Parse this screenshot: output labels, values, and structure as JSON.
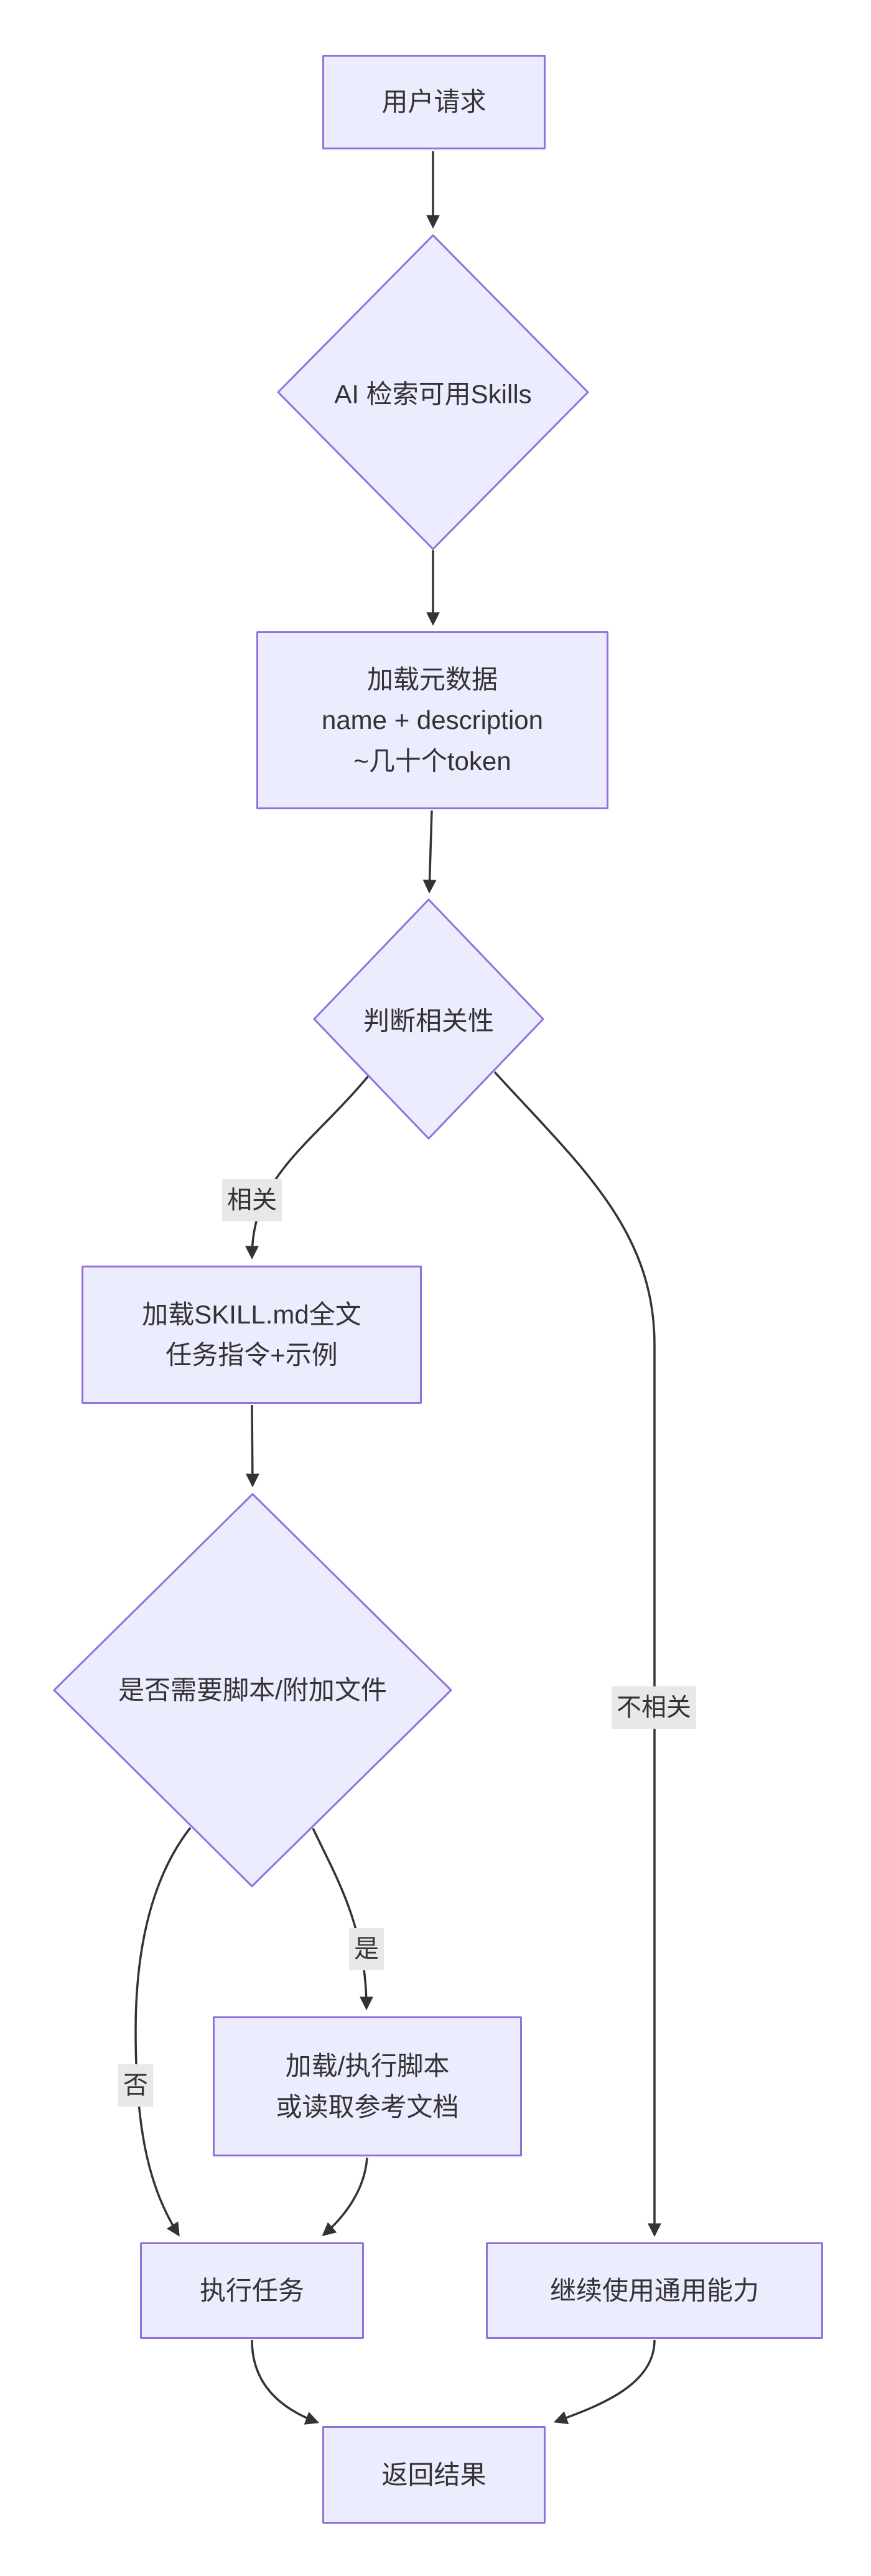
{
  "diagram": {
    "nodes": {
      "user_request": {
        "label": "用户请求"
      },
      "search_skills": {
        "label": "AI 检索可用Skills"
      },
      "load_metadata": {
        "lines": [
          "加载元数据",
          "name + description",
          "~几十个token"
        ]
      },
      "judge_relevance": {
        "label": "判断相关性"
      },
      "load_skill_md": {
        "lines": [
          "加载SKILL.md全文",
          "任务指令+示例"
        ]
      },
      "need_scripts": {
        "label": "是否需要脚本/附加文件"
      },
      "load_scripts": {
        "lines": [
          "加载/执行脚本",
          "或读取参考文档"
        ]
      },
      "execute_task": {
        "label": "执行任务"
      },
      "general_ability": {
        "label": "继续使用通用能力"
      },
      "return_result": {
        "label": "返回结果"
      }
    },
    "edge_labels": {
      "relevant": "相关",
      "not_relevant": "不相关",
      "yes": "是",
      "no": "否"
    },
    "colors": {
      "node_fill": "#ECECFF",
      "node_border": "#9370DB",
      "edge": "#333333",
      "label_bg": "#e8e8e8",
      "text": "#333333",
      "background": "#ffffff"
    }
  }
}
